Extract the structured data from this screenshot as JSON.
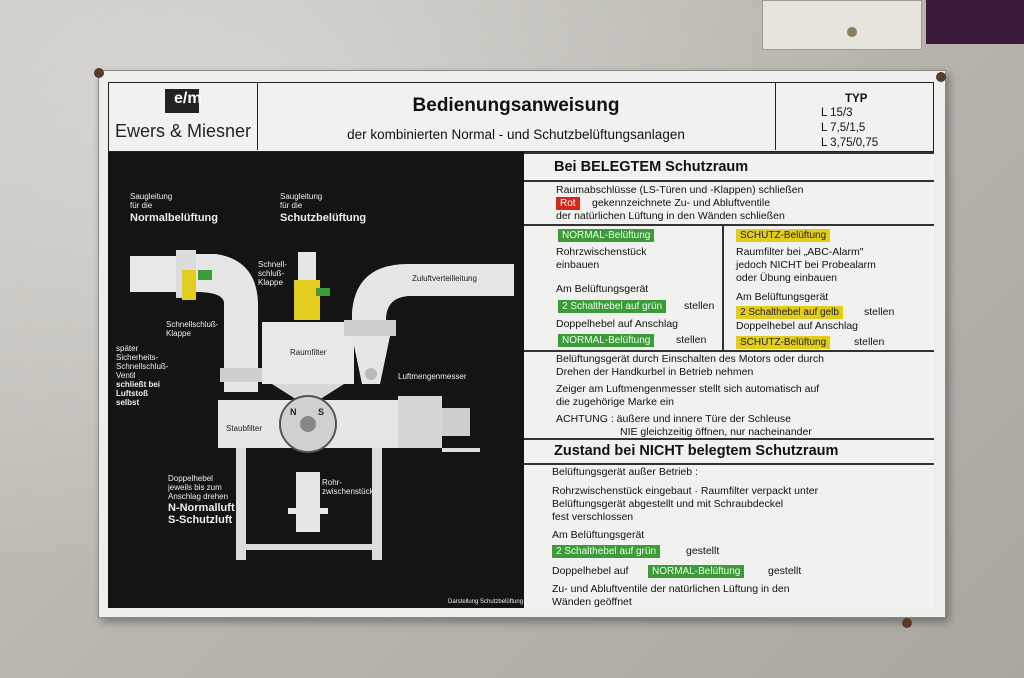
{
  "header": {
    "brand": "Ewers & Miesner",
    "title": "Bedienungsanweisung",
    "subtitle": "der kombinierten Normal - und  Schutzbelüftungsanlagen",
    "typ_label": "TYP",
    "typ_values": [
      "L 15/3",
      "L 7,5/1,5",
      "L 3,75/0,75"
    ]
  },
  "diagram": {
    "saug_normal_small": "Saugleitung\nfür die",
    "saug_normal_bold": "Normalbelüftung",
    "saug_schutz_small": "Saugleitung\nfür die",
    "saug_schutz_bold": "Schutzbelüftung",
    "schnellschluss_klappe_top": "Schnell-\nschluß-\nKlappe",
    "zuluft": "Zuluftverteilleitung",
    "schnellschluss_klappe": "Schnellschluß-\nKlappe",
    "sicherheitsventil": "später\nSicherheits-\nSchnellschluß-\nVentil",
    "schliesst_bold": "schließt bei\nLuftstoß\nselbst",
    "raumfilter": "Raumfilter",
    "luftmengenmesser": "Luftmengenmesser",
    "staubfilter": "Staubfilter",
    "doppelhebel_small": "Doppelhebel\njeweils bis zum\nAnschlag drehen",
    "doppelhebel_bold": "N-Normalluft\nS-Schutzluft",
    "rohrzwischenstueck": "Rohr-\nzwischenstück",
    "darstellung": "Darstellung Schutzbelüftung",
    "n_label": "N",
    "s_label": "S"
  },
  "belegt": {
    "heading": "Bei BELEGTEM Schutzraum",
    "line1": "Raumabschlüsse (LS-Türen und -Klappen) schließen",
    "rot": "Rot",
    "line2": "gekennzeichnete Zu- und Abluftventile",
    "line3": "der natürlichen Lüftung in den Wänden schließen",
    "normal_tag": "NORMAL-Belüftung",
    "normal_l1": "Rohrzwischenstück",
    "normal_l2": "einbauen",
    "normal_l3": "Am Belüftungsgerät",
    "normal_tag2": "2 Schalthebel auf grün",
    "stellen1": "stellen",
    "normal_l4": "Doppelhebel auf Anschlag",
    "normal_tag3": "NORMAL-Belüftung",
    "stellen2": "stellen",
    "schutz_tag": "SCHUTZ-Belüftung",
    "schutz_l1": "Raumfilter bei „ABC-Alarm\"",
    "schutz_l2": "jedoch NICHT bei Probealarm",
    "schutz_l3": "oder Übung einbauen",
    "schutz_l4": "Am Belüftungsgerät",
    "schutz_tag2": "2 Schalthebel auf gelb",
    "stellen3": "stellen",
    "schutz_l5": "Doppelhebel auf Anschlag",
    "schutz_tag3": "SCHUTZ-Belüftung",
    "stellen4": "stellen",
    "motor1": "Belüftungsgerät durch Einschalten des Motors oder durch",
    "motor2": "Drehen der Handkurbel in Betrieb nehmen",
    "zeiger1": "Zeiger am Luftmengenmesser stellt sich automatisch auf",
    "zeiger2": "die zugehörige Marke ein",
    "achtung1": "ACHTUNG :  äußere und innere Türe der Schleuse",
    "achtung2": "NIE gleichzeitig öffnen, nur nacheinander"
  },
  "nicht": {
    "heading": "Zustand bei NICHT belegtem Schutzraum",
    "l1": "Belüftungsgerät außer Betrieb :",
    "l2": "Rohrzwischenstück eingebaut · Raumfilter verpackt unter",
    "l3": "Belüftungsgerät abgestellt und mit Schraubdeckel",
    "l4": "fest verschlossen",
    "l5": "Am Belüftungsgerät",
    "tag1": "2 Schalthebel auf grün",
    "gestellt1": "gestellt",
    "l6": "Doppelhebel auf",
    "tag2": "NORMAL-Belüftung",
    "gestellt2": "gestellt",
    "l7": "Zu- und Abluftventile der natürlichen Lüftung in den",
    "l8": "Wänden geöffnet"
  },
  "colors": {
    "green": "#3e9b3a",
    "yellow": "#e2cc1e",
    "red": "#d4281e",
    "panel_dark": "#141414"
  }
}
